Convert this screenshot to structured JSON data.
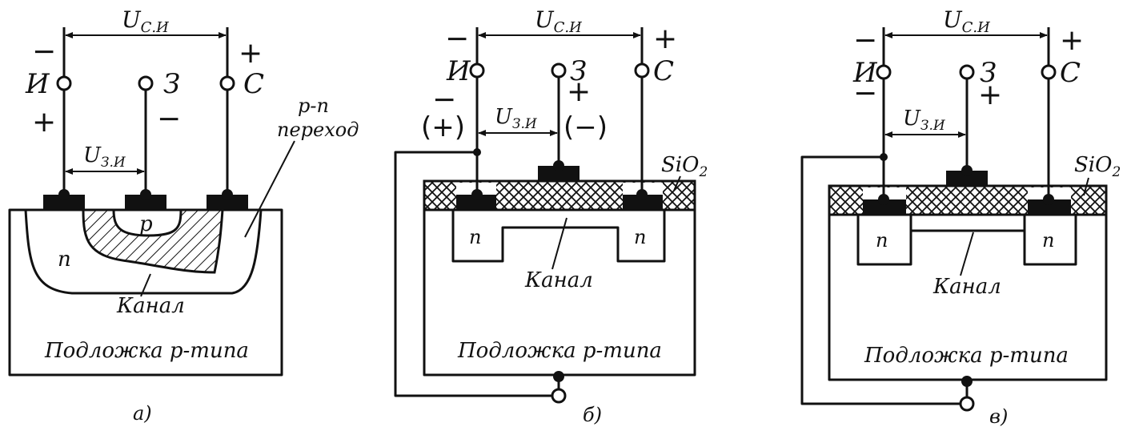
{
  "colors": {
    "ink": "#111111",
    "background": "#ffffff"
  },
  "panel_a": {
    "u_si": "U",
    "u_si_sub": "С.И",
    "u_zi": "U",
    "u_zi_sub": "З.И",
    "source": "И",
    "gate": "З",
    "drain": "С",
    "minus_top_left": "−",
    "plus_top_right": "+",
    "plus_left": "+",
    "minus_gate": "−",
    "p_region": "p",
    "n_region": "n",
    "pn_label_1": "p-n",
    "pn_label_2": "переход",
    "channel": "Канал",
    "substrate": "Подложка p-типа",
    "caption": "а)"
  },
  "panel_b": {
    "u_si": "U",
    "u_si_sub": "С.И",
    "u_zi": "U",
    "u_zi_sub": "З.И",
    "source": "И",
    "gate": "З",
    "drain": "С",
    "minus_top_left": "−",
    "plus_top_right": "+",
    "minus_source": "−",
    "plus_gate": "+",
    "paren_plus": "(+)",
    "paren_minus": "(−)",
    "sio2": "SiO",
    "sio2_sub": "2",
    "n_left": "n",
    "n_right": "n",
    "channel": "Канал",
    "substrate": "Подложка p-типа",
    "caption": "б)"
  },
  "panel_c": {
    "u_si": "U",
    "u_si_sub": "С.И",
    "u_zi": "U",
    "u_zi_sub": "З.И",
    "source": "И",
    "gate": "З",
    "drain": "С",
    "minus_top_left": "−",
    "plus_top_right": "+",
    "minus_source": "−",
    "plus_gate": "+",
    "sio2": "SiO",
    "sio2_sub": "2",
    "n_left": "n",
    "n_right": "n",
    "channel": "Канал",
    "substrate": "Подложка p-типа",
    "caption": "в)"
  }
}
